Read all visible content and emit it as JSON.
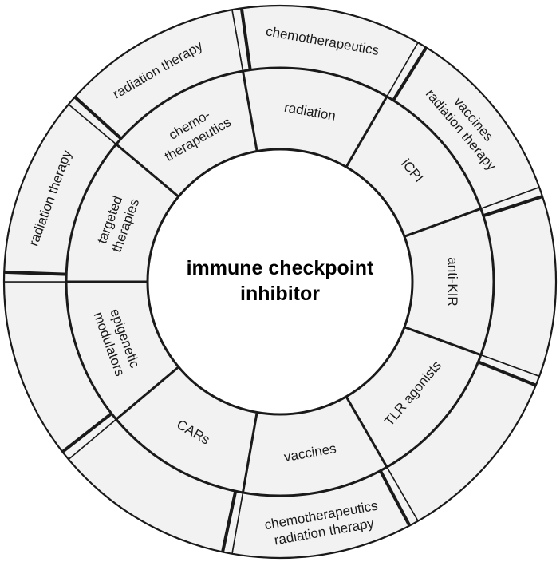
{
  "center": {
    "line1": "immune checkpoint",
    "line2": "inhibitor"
  },
  "segments": [
    {
      "inner": [
        "radiation"
      ],
      "outer": [
        "chemotherapeutics"
      ]
    },
    {
      "inner": [
        "iCPI"
      ],
      "outer": [
        "vaccines",
        "radiation therapy"
      ]
    },
    {
      "inner": [
        "anti-KIR"
      ],
      "outer": []
    },
    {
      "inner": [
        "TLR agonists"
      ],
      "outer": []
    },
    {
      "inner": [
        "vaccines"
      ],
      "outer": [
        "chemotherapeutics",
        "radiation therapy"
      ]
    },
    {
      "inner": [
        "CARs"
      ],
      "outer": []
    },
    {
      "inner": [
        "epigenetic",
        "modulators"
      ],
      "outer": []
    },
    {
      "inner": [
        "targeted",
        "therapies"
      ],
      "outer": [
        "radiation therapy"
      ]
    },
    {
      "inner": [
        "chemo-",
        "therapeutics"
      ],
      "outer": [
        "radiation therapy"
      ]
    }
  ]
}
